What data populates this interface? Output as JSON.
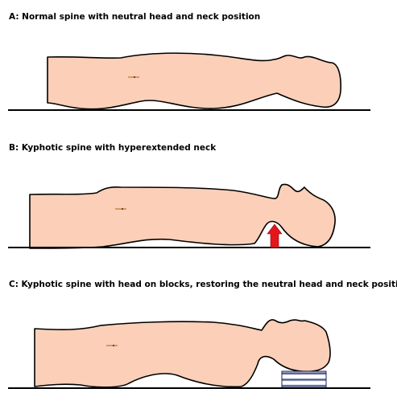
{
  "colors": {
    "skin": "#fbcfb8",
    "outline": "#000000",
    "ground": "#000000",
    "arrow": "#e3161b",
    "block_light": "#ffffff",
    "block_dark": "#2b3a78"
  },
  "panels": [
    {
      "id": "A",
      "caption": "A: Normal spine with neutral head and neck position"
    },
    {
      "id": "B",
      "caption": "B: Kyphotic spine with hyperextended neck"
    },
    {
      "id": "C",
      "caption": "C: Kyphotic spine with head on blocks, restoring the neutral head and neck position"
    }
  ],
  "icons": {
    "arrow": "up-arrow-icon",
    "blocks": "head-blocks-icon"
  }
}
